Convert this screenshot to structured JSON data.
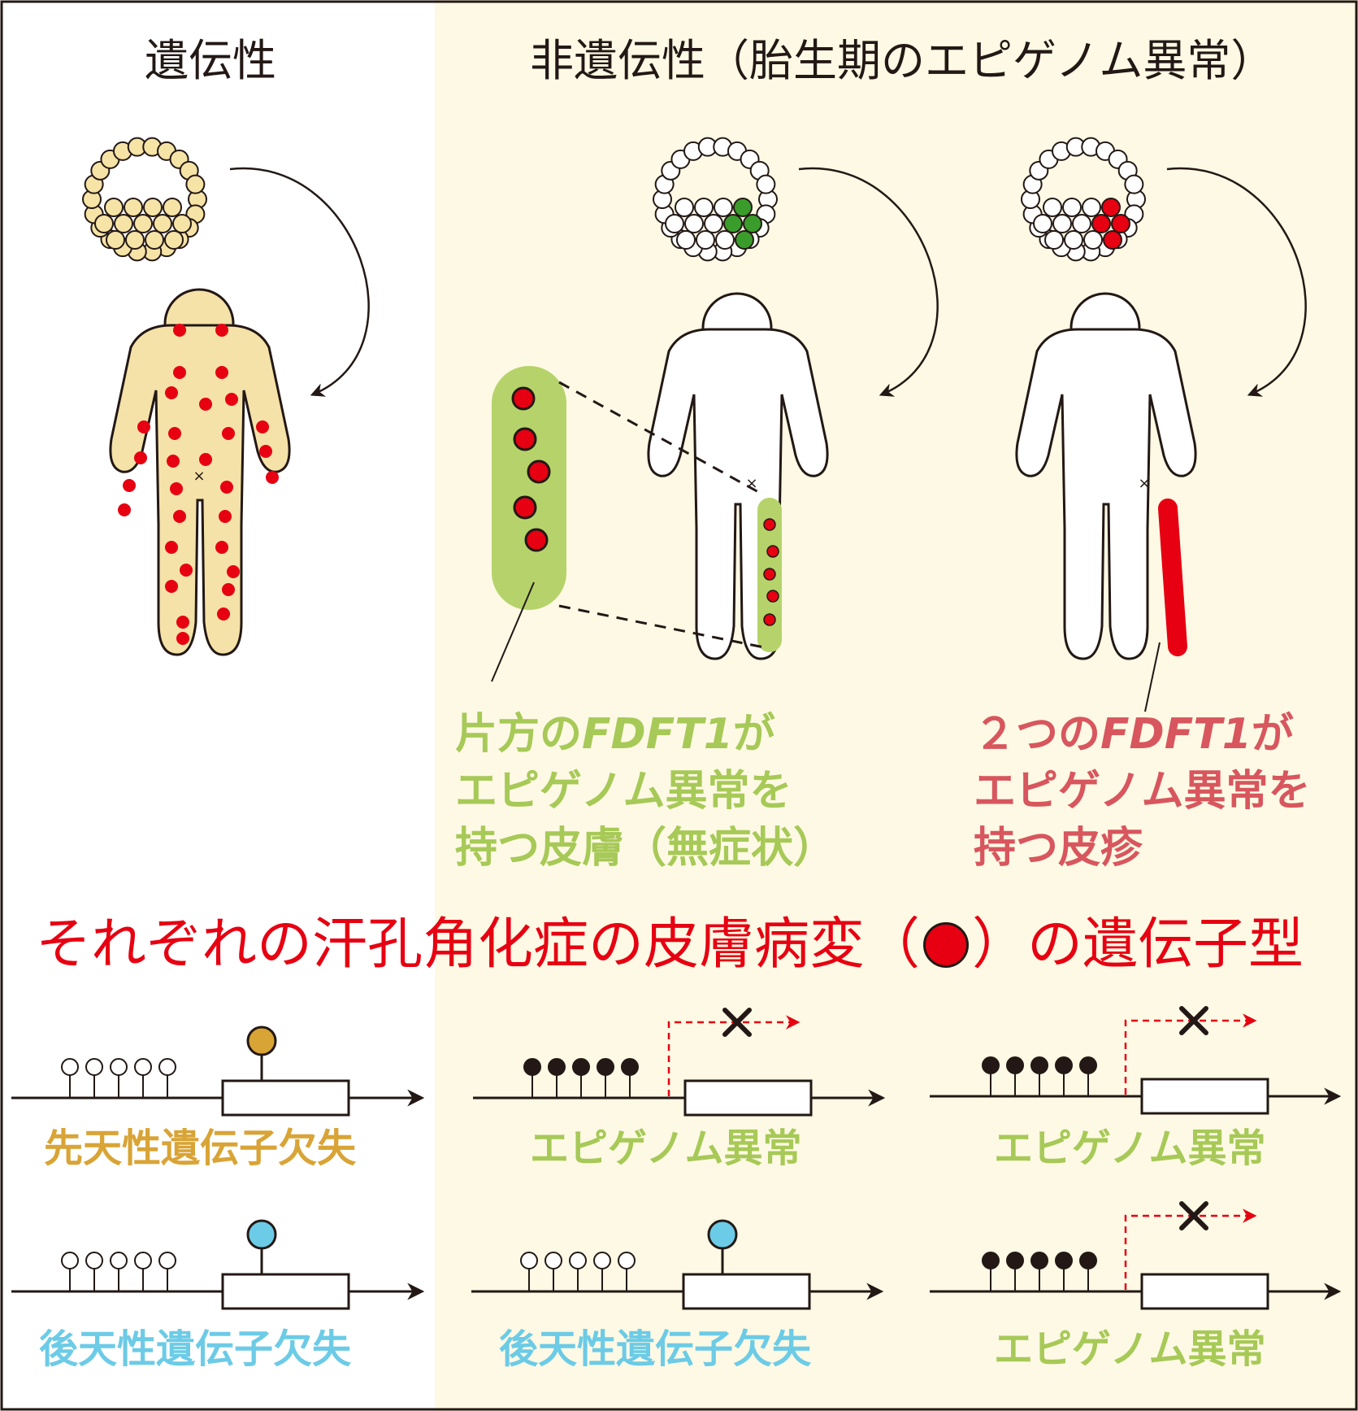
{
  "headings": {
    "hereditary": "遺伝性",
    "non_hereditary": "非遺伝性（胎生期のエピゲノム異常）"
  },
  "captions": {
    "green": {
      "l1a": "片方の",
      "l1b": "FDFT1",
      "l1c": "が",
      "l2": "エピゲノム異常を",
      "l3": "持つ皮膚（無症状）"
    },
    "red": {
      "l1a": "２つの",
      "l1b": "FDFT1",
      "l1c": "が",
      "l2": "エピゲノム異常を",
      "l3": "持つ皮疹"
    }
  },
  "genotype_title": {
    "before": "それぞれの汗孔角化症の皮膚病変（",
    "after": "）の遺伝子型"
  },
  "genotype_labels": {
    "col1_top": "先天性遺伝子欠失",
    "col1_bottom": "後天性遺伝子欠失",
    "col2_top": "エピゲノム異常",
    "col2_bottom": "後天性遺伝子欠失",
    "col3_top": "エピゲノム異常",
    "col3_bottom": "エピゲノム異常"
  },
  "colors": {
    "panel_bg": "#fdf9e4",
    "lesion_red": "#e60012",
    "body_tan": "#f5e2a8",
    "skin_green": "#b5d36a",
    "embryo_green": "#3a9d2b",
    "congenital_gold": "#d9a436",
    "acquired_blue": "#6ccbe6",
    "epi_label_green": "#a7c957",
    "red_caption": "#d8565e",
    "text_dark": "#231815"
  }
}
